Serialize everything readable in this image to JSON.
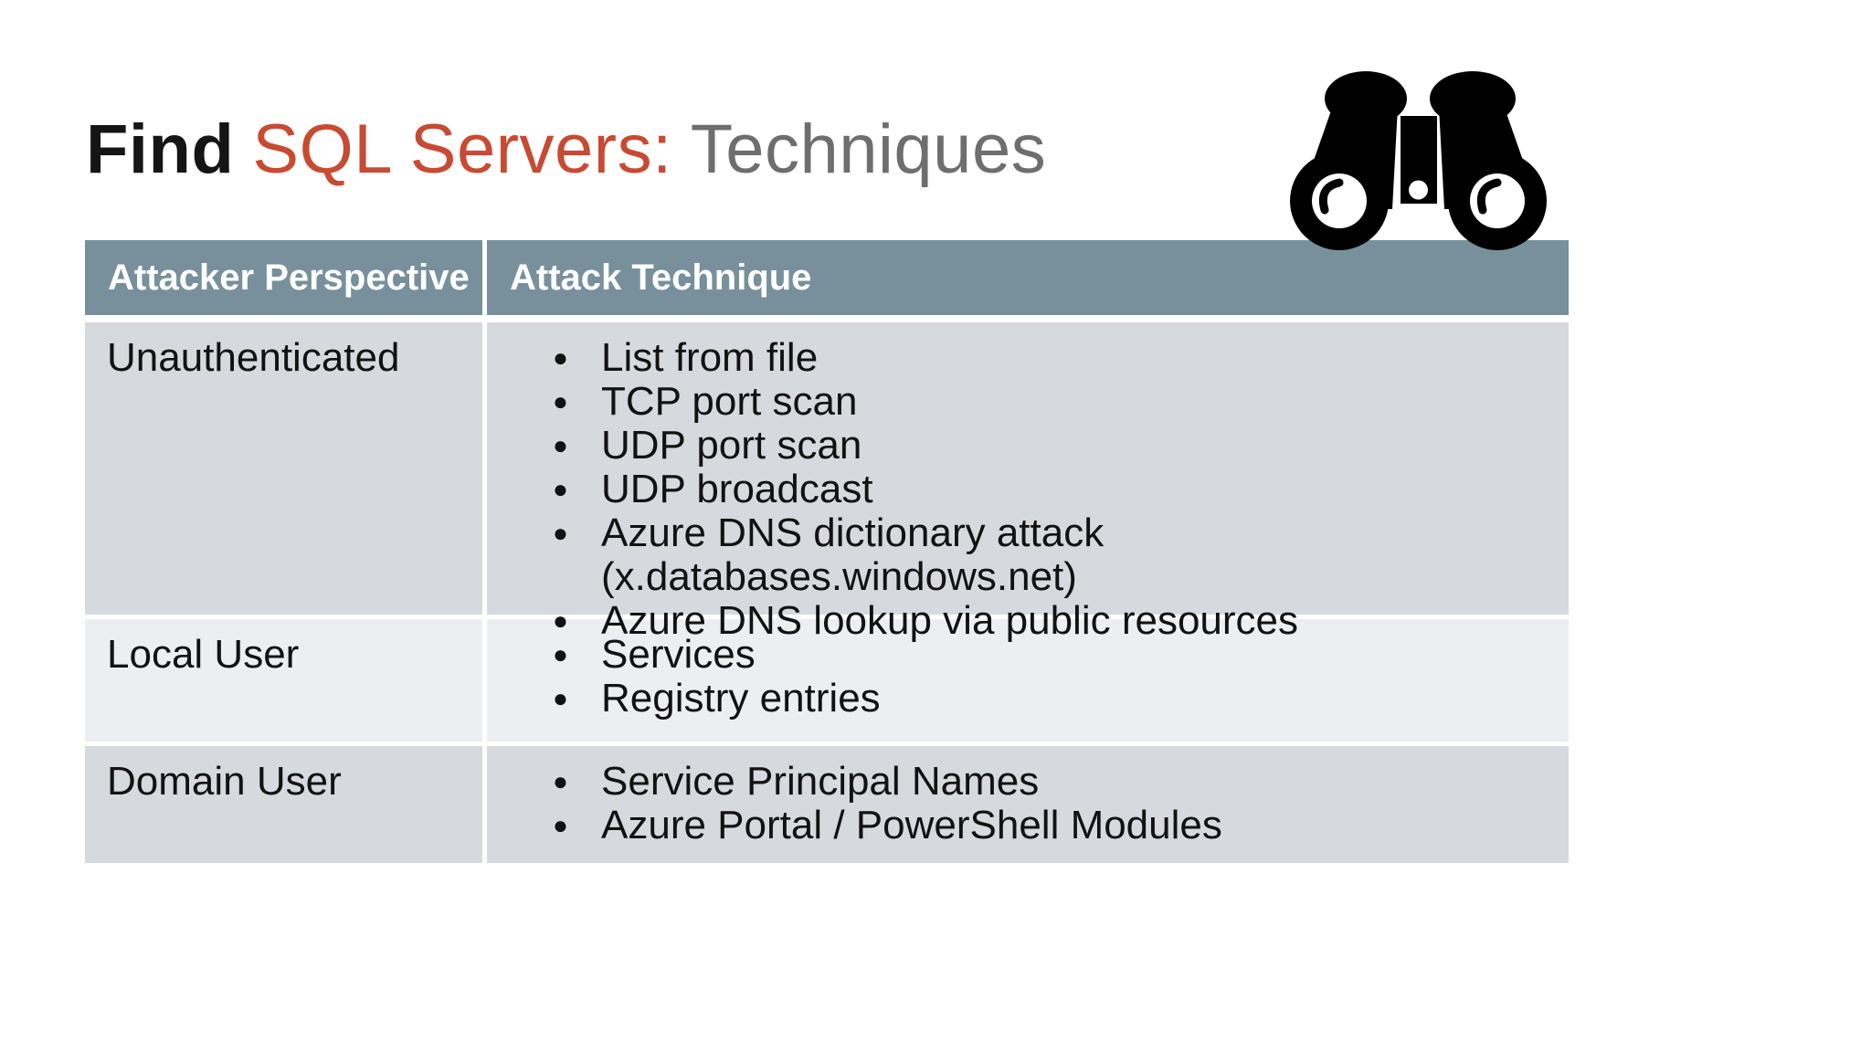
{
  "slide": {
    "title": {
      "black": "Find",
      "red": "SQL Servers:",
      "gray": "Techniques"
    }
  },
  "colors": {
    "accent_red": "#C74A32",
    "title_gray": "#6E6E6E",
    "header_bg": "#78909B",
    "row_dark": "#D6DADE",
    "row_light": "#EDEEF2"
  },
  "table": {
    "headers": [
      "Attacker Perspective",
      "Attack Technique"
    ],
    "rows": [
      {
        "perspective": "Unauthenticated",
        "techniques": [
          "List from file",
          "TCP port scan",
          "UDP port scan",
          "UDP broadcast",
          "Azure DNS dictionary attack (x.databases.windows.net)",
          "Azure DNS lookup via public resources"
        ]
      },
      {
        "perspective": "Local User",
        "techniques": [
          "Services",
          "Registry entries"
        ]
      },
      {
        "perspective": "Domain User",
        "techniques": [
          "Service Principal Names",
          "Azure Portal / PowerShell Modules"
        ]
      }
    ]
  }
}
